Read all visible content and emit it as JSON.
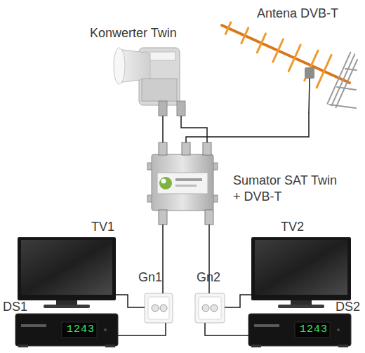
{
  "diagram": {
    "nodes": [
      {
        "text": [
          "Konwerter Twin"
        ]
      },
      {
        "text": [
          "Antena DVB-T"
        ]
      },
      {
        "text": [
          "Sumator SAT Twin + DVB-T"
        ]
      },
      {
        "text": [
          "TV1"
        ]
      },
      {
        "text": [
          "TV2"
        ]
      },
      {
        "text": [
          "Gn1"
        ]
      },
      {
        "text": [
          "Gn2"
        ]
      },
      {
        "text": [
          "DS1"
        ]
      },
      {
        "text": [
          "DS2"
        ]
      }
    ],
    "edges": [
      {
        "from": 0,
        "to": 2,
        "arrow": "none"
      },
      {
        "from": 0,
        "to": 2,
        "arrow": "none"
      },
      {
        "from": 1,
        "to": 2,
        "arrow": "none"
      },
      {
        "from": 2,
        "to": 5,
        "arrow": "none"
      },
      {
        "from": 2,
        "to": 6,
        "arrow": "none"
      },
      {
        "from": 5,
        "to": 3,
        "arrow": "none"
      },
      {
        "from": 5,
        "to": 7,
        "arrow": "none"
      },
      {
        "from": 6,
        "to": 4,
        "arrow": "none"
      },
      {
        "from": 6,
        "to": 8,
        "arrow": "none"
      }
    ],
    "labels": [
      "1243",
      "1243"
    ]
  }
}
